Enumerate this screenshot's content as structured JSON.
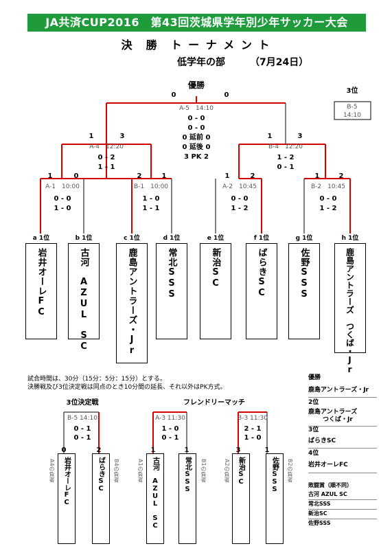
{
  "header": {
    "banner": "JA共済CUP2016　第43回茨城県学年別少年サッカー大会",
    "title": "決　勝　ト ー ナ メ ン ト",
    "division": "低学年の部",
    "date": "（7月24日）"
  },
  "final": {
    "label": "優勝",
    "score_left": "0",
    "score_right": "0",
    "match": "A-5　14:10",
    "lines": [
      "0 - 0",
      "0 - 0",
      "0 延前 0",
      "0 延後 0",
      "3 PK 2"
    ]
  },
  "third_box": {
    "label": "3位",
    "match": "B-5",
    "time": "14:10"
  },
  "semis": [
    {
      "score_left": "1",
      "score_right": "3",
      "match": "A-4　12:20",
      "lines": [
        "0 - 2",
        "1 - 1"
      ]
    },
    {
      "score_left": "1",
      "score_right": "3",
      "match": "B-4　12:20",
      "lines": [
        "1 - 2",
        "0 - 1"
      ]
    }
  ],
  "quarters": [
    {
      "score_left": "1",
      "score_right": "0",
      "match": "A-1　10:00",
      "lines": [
        "0 - 0",
        "1 - 0"
      ]
    },
    {
      "score_left": "2",
      "score_right": "1",
      "match": "B-1　10:00",
      "lines": [
        "1 - 0",
        "1 - 1"
      ]
    },
    {
      "score_left": "1",
      "score_right": "2",
      "match": "A-2　10:45",
      "lines": [
        "0 - 0",
        "1 - 2"
      ]
    },
    {
      "score_left": "1",
      "score_right": "2",
      "match": "B-2　10:45",
      "lines": [
        "0 - 0",
        "1 - 2"
      ]
    }
  ],
  "teams": [
    {
      "seed": "a 1位",
      "name": "岩井オーレFC"
    },
    {
      "seed": "b 1位",
      "name": "古河　AZUL　SC"
    },
    {
      "seed": "c 1位",
      "name": "鹿島アントラーズ・Jr"
    },
    {
      "seed": "d 1位",
      "name": "常北SSS"
    },
    {
      "seed": "e 1位",
      "name": "新治SC"
    },
    {
      "seed": "f 1位",
      "name": "ばらきSC"
    },
    {
      "seed": "g 1位",
      "name": "佐野SSS"
    },
    {
      "seed": "h 1位",
      "name": "鹿島アントラーズ　つくば・Jr"
    }
  ],
  "notes": [
    "試合時間は、30分（15分：5分：15分）とする。",
    "決勝戦及び3位決定戦は同点のとき10分間の延長、それ以外はPK方式。"
  ],
  "third_place": {
    "title": "3位決定戦",
    "match": "B-5 14:10",
    "lines": [
      "0 - 1",
      "0 - 1"
    ],
    "score_left": "0",
    "score_right": "2",
    "left_team": "岩井オーレFC",
    "right_team": "ばらきSC",
    "left_label": "A4の負者",
    "right_label": "B4の負者"
  },
  "friendly": {
    "title": "フレンドリーマッチ",
    "matches": [
      {
        "match": "A-3 11:30",
        "lines": [
          "1 - 0",
          "0 - 1"
        ],
        "score_left": "1",
        "score_right": "1",
        "left_team": "古河　AZUL　SC",
        "right_team": "常北SSS",
        "left_label": "A1の負者",
        "right_label": "B1の負者"
      },
      {
        "match": "B-3 11:30",
        "lines": [
          "2 - 1",
          "1 - 0"
        ],
        "score_left": "3",
        "score_right": "1",
        "left_team": "新治SC",
        "right_team": "佐野SSS",
        "left_label": "A2の負者",
        "right_label": "B2の負者"
      }
    ]
  },
  "results": {
    "first_label": "優勝",
    "first": "鹿島アントラーズ・Jr",
    "second_label": "2位",
    "second_line1": "鹿島アントラーズ",
    "second_line2": "つくば・Jr",
    "third_label": "3位",
    "third": "ばらきSC",
    "fourth_label": "4位",
    "fourth": "岩井オーレFC",
    "losers_label": "敗闘賞（順不同）",
    "losers": [
      "古河 AZUL SC",
      "常北SSS",
      "新治SC",
      "佐野SSS"
    ]
  },
  "colors": {
    "winner_line": "#d40000",
    "banner": "#1f9b3c"
  }
}
